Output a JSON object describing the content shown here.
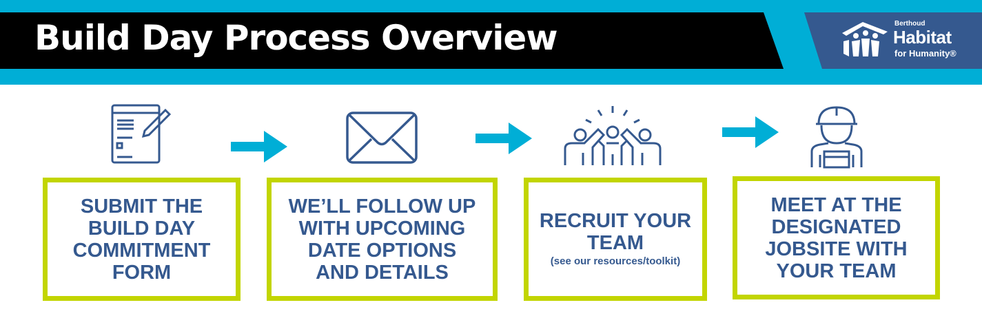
{
  "header": {
    "title": "Build Day Process Overview",
    "logo": {
      "line1": "Berthoud",
      "line2": "Habitat",
      "line3": "for Humanity®"
    }
  },
  "colors": {
    "accent": "#00AED6",
    "navy": "#35598F",
    "green": "#C2D500"
  },
  "steps": [
    {
      "icon": "form-pencil-icon",
      "lines": [
        "SUBMIT THE",
        "BUILD DAY",
        "COMMITMENT",
        "FORM"
      ]
    },
    {
      "icon": "envelope-icon",
      "lines": [
        "WE’LL FOLLOW UP",
        "WITH UPCOMING",
        "DATE OPTIONS",
        "AND DETAILS"
      ]
    },
    {
      "icon": "team-celebrate-icon",
      "lines": [
        "RECRUIT YOUR",
        "TEAM"
      ],
      "note": "(see our resources/toolkit)"
    },
    {
      "icon": "construction-worker-icon",
      "lines": [
        "MEET AT THE",
        "DESIGNATED",
        "JOBSITE WITH",
        "YOUR TEAM"
      ]
    }
  ]
}
